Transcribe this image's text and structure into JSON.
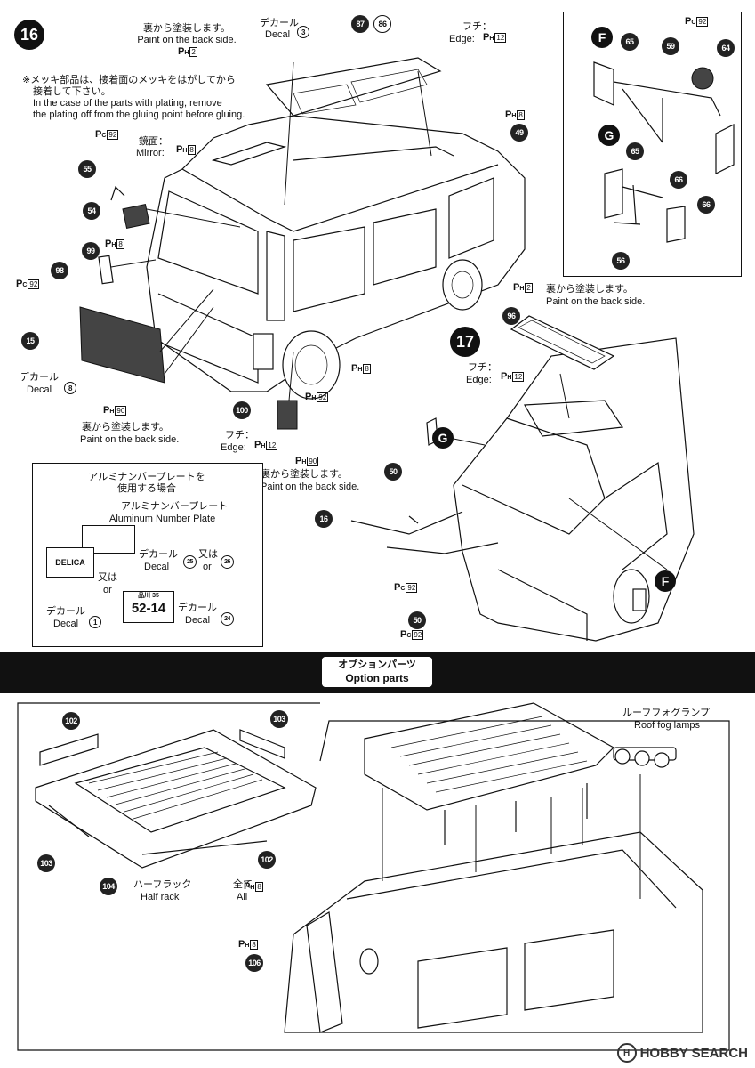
{
  "steps": {
    "s16": "16",
    "s17": "17"
  },
  "letters": {
    "F": "F",
    "G": "G"
  },
  "paint_codes": {
    "ph2": "2",
    "ph8": "8",
    "ph12": "12",
    "ph90": "90",
    "pc92": "92"
  },
  "paint_prefix": {
    "ph": "P",
    "ph_sub": "H",
    "pc": "P",
    "pc_sub": "C"
  },
  "step16": {
    "back_side_jp": "裏から塗装します。",
    "back_side_en": "Paint on the back side.",
    "decal_jp": "デカール",
    "decal_en": "Decal",
    "decal_num": "3",
    "edge_jp": "フチ：",
    "edge_en": "Edge:",
    "plating_jp1": "※メッキ部品は、接着面のメッキをはがしてから",
    "plating_jp2": "接着して下さい。",
    "plating_en1": "In the case of the parts with plating, remove",
    "plating_en2": "the plating off from the gluing point before gluing.",
    "mirror_jp": "鏡面：",
    "mirror_en": "Mirror:",
    "decal8_jp": "デカール",
    "decal8_en": "Decal",
    "decal8_num": "8",
    "back90_jp": "裏から塗装します。",
    "back90_en": "Paint on the back side.",
    "edge12_jp": "フチ：",
    "edge12_en": "Edge:",
    "back90b_jp": "裏から塗装します。",
    "back90b_en": "Paint on the back side."
  },
  "parts": {
    "p87": "87",
    "p86": "86",
    "p49": "49",
    "p55": "55",
    "p54": "54",
    "p99": "99",
    "p98": "98",
    "p15": "15",
    "p100": "100",
    "p65": "65",
    "p59": "59",
    "p64": "64",
    "p66": "66",
    "p56": "56",
    "p96": "96",
    "p50": "50",
    "p16": "16",
    "p102": "102",
    "p103": "103",
    "p104": "104",
    "p106": "106"
  },
  "aluminum": {
    "title_jp1": "アルミナンバープレートを",
    "title_jp2": "使用する場合",
    "plate_jp": "アルミナンバープレート",
    "plate_en": "Aluminum Number Plate",
    "decal_jp": "デカール",
    "decal_en": "Decal",
    "decal_a": "25",
    "or_jp": "又は",
    "or_en": "or",
    "decal_b": "26",
    "or2_jp": "又は",
    "or2_en": "or",
    "decal_c_jp": "デカール",
    "decal_c_en": "Decal",
    "decal_c": "1",
    "decal_d_jp": "デカール",
    "decal_d_en": "Decal",
    "decal_d": "24",
    "plate_text": "52-14",
    "plate_top": "品川 35",
    "logo_text": "DELICA"
  },
  "step17": {
    "back_jp": "裏から塗装します。",
    "back_en": "Paint on the back side.",
    "edge_jp": "フチ：",
    "edge_en": "Edge:"
  },
  "option": {
    "title_jp": "オプションパーツ",
    "title_en": "Option parts",
    "fog_jp": "ルーフフォグランプ",
    "fog_en": "Roof fog lamps",
    "halfrack_jp": "ハーフラック",
    "halfrack_en": "Half rack",
    "all_jp": "全て",
    "all_en": "All"
  },
  "watermark": {
    "logo": "H",
    "text": "HOBBY SEARCH"
  }
}
